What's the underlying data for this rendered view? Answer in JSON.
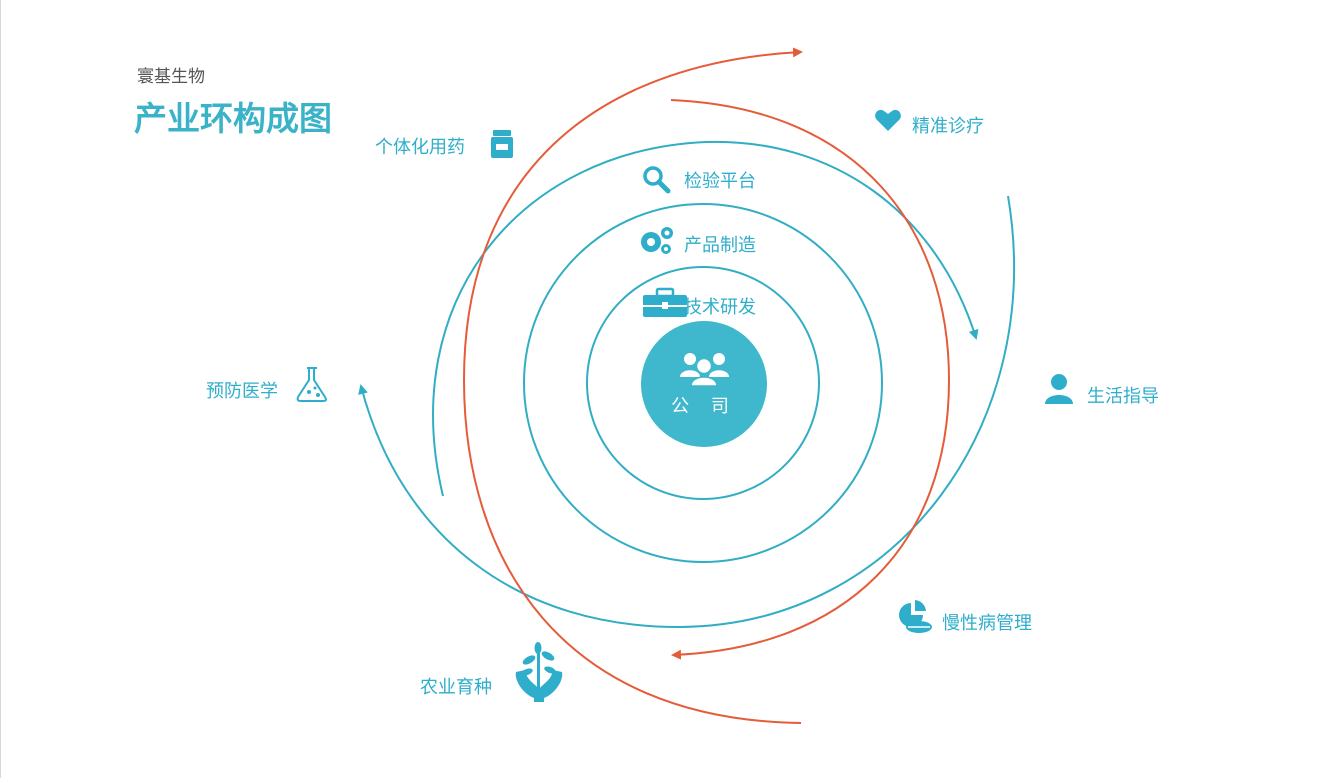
{
  "header": {
    "company": "寰基生物",
    "title": "产业环构成图"
  },
  "center": {
    "label": "公 司",
    "icon": "group-people-icon"
  },
  "inner_items": [
    {
      "label": "检验平台",
      "icon": "magnifier-icon"
    },
    {
      "label": "产品制造",
      "icon": "gears-icon"
    },
    {
      "label": "技术研发",
      "icon": "briefcase-icon"
    }
  ],
  "outer_items": [
    {
      "label": "个体化用药",
      "icon": "medicine-bottle-icon"
    },
    {
      "label": "精准诊疗",
      "icon": "heart-icon"
    },
    {
      "label": "生活指导",
      "icon": "person-icon"
    },
    {
      "label": "慢性病管理",
      "icon": "pills-icon"
    },
    {
      "label": "农业育种",
      "icon": "sprout-in-hands-icon"
    },
    {
      "label": "预防医学",
      "icon": "flask-icon"
    }
  ],
  "colors": {
    "teal": "#31adc4",
    "orange": "#e55c3a",
    "center_fill": "#3fb7cc",
    "text_teal": "#2faecb"
  }
}
